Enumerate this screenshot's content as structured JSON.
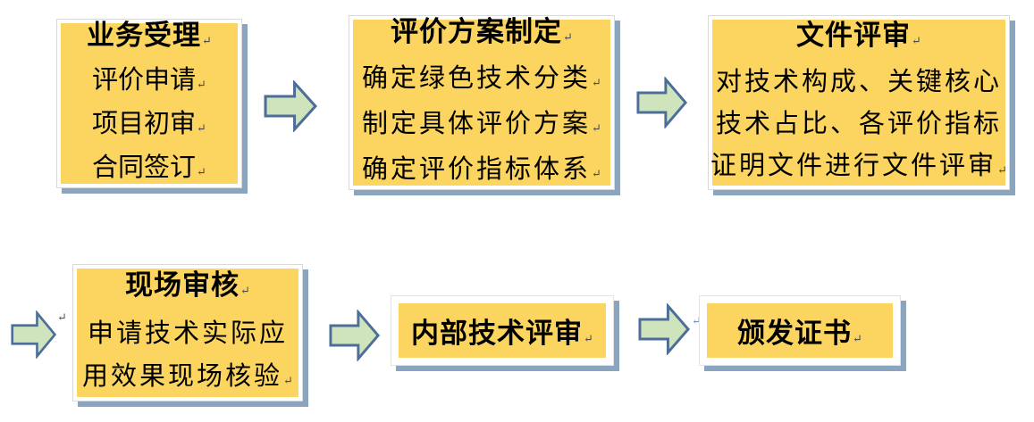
{
  "colors": {
    "box_fill": "#FBD55F",
    "box_frame": "#FFFFFF",
    "box_border": "#D9D9D9",
    "shadow": "#8CA5BE",
    "arrow_fill": "#CFE4BD",
    "arrow_stroke": "#4D6E98",
    "text": "#000000"
  },
  "glyphs": {
    "paragraph_mark": "↵"
  },
  "steps": [
    {
      "title": "业务受理",
      "lines": [
        "评价申请",
        "项目初审",
        "合同签订"
      ]
    },
    {
      "title": "评价方案制定",
      "lines": [
        "确定绿色技术分类",
        "制定具体评价方案",
        "确定评价指标体系"
      ]
    },
    {
      "title": "文件评审",
      "lines": [
        "对技术构成、关键核心",
        "技术占比、各评价指标",
        "证明文件进行文件评审"
      ]
    },
    {
      "title": "现场审核",
      "lines": [
        "申请技术实际应",
        "用效果现场核验"
      ]
    },
    {
      "title": "内部技术评审",
      "lines": []
    },
    {
      "title": "颁发证书",
      "lines": []
    }
  ]
}
